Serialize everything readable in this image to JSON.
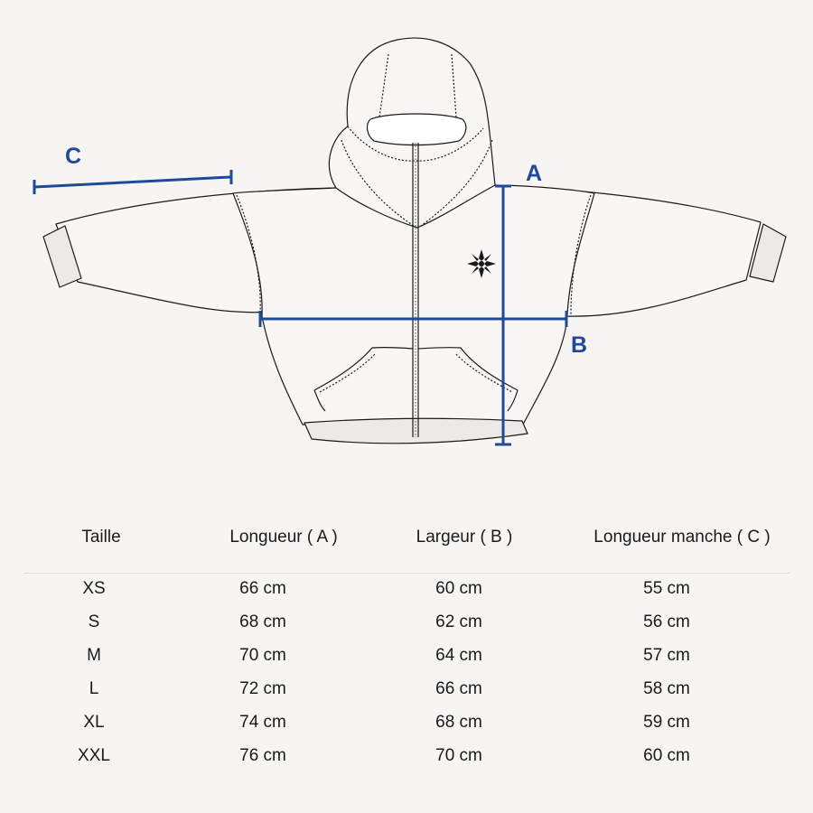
{
  "colors": {
    "accent": "#1e4a99",
    "outline": "#1a1a1a",
    "background": "#f6f5f3"
  },
  "labels": {
    "a": "A",
    "b": "B",
    "c": "C"
  },
  "icons": {
    "logo": "cross-compass-icon"
  },
  "table": {
    "headers": [
      "Taille",
      "Longueur ( A )",
      "Largeur ( B )",
      "Longueur manche ( C )"
    ],
    "rows": [
      [
        "XS",
        "66 cm",
        "60 cm",
        "55 cm"
      ],
      [
        "S",
        "68 cm",
        "62 cm",
        "56 cm"
      ],
      [
        "M",
        "70 cm",
        "64 cm",
        "57 cm"
      ],
      [
        "L",
        "72 cm",
        "66 cm",
        "58 cm"
      ],
      [
        "XL",
        "74 cm",
        "68 cm",
        "59 cm"
      ],
      [
        "XXL",
        "76 cm",
        "70 cm",
        "60 cm"
      ]
    ]
  }
}
